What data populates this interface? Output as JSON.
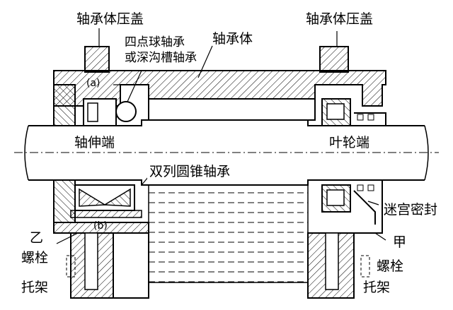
{
  "labels": {
    "cover_left": "轴承体压盖",
    "cover_right": "轴承体压盖",
    "four_point_line1": "四点球轴承",
    "four_point_line2": "或深沟槽轴承",
    "bearing_body": "轴承体",
    "marker_a": "(a)",
    "marker_b": "(b)",
    "shaft_extension_end": "轴伸端",
    "impeller_end": "叶轮端",
    "double_row_taper": "双列圆锥轴承",
    "labyrinth_seal": "迷宫密封",
    "side_b": "乙",
    "side_a": "甲",
    "bolt_left": "螺栓",
    "bolt_right": "螺栓",
    "bracket_left": "托架",
    "bracket_right": "托架"
  },
  "colors": {
    "line": "#000000",
    "background": "#ffffff"
  }
}
